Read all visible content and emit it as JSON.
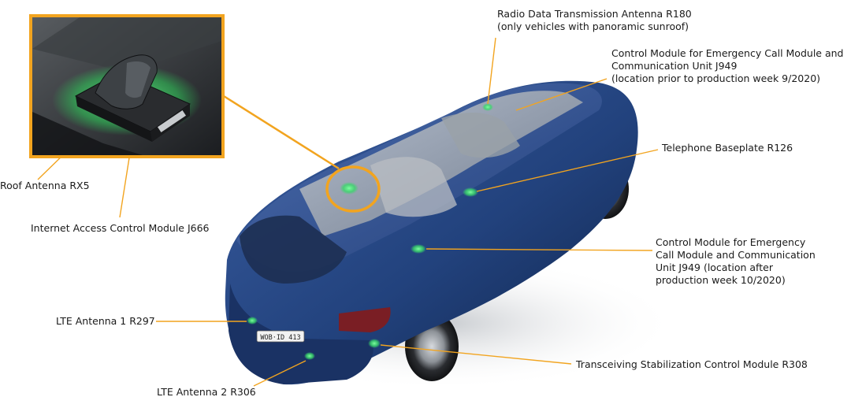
{
  "colors": {
    "accent": "#f2a41f",
    "glow": "#39d86a",
    "car_body": "#22427d"
  },
  "labels": {
    "radio_antenna": [
      "Radio Data Transmission Antenna R180",
      "(only vehicles with panoramic sunroof)"
    ],
    "ecall_before": [
      "Control Module for Emergency Call Module and",
      "Communication Unit J949",
      "(location prior to production week 9/2020)"
    ],
    "telephone_baseplate": [
      "Telephone Baseplate R126"
    ],
    "ecall_after": [
      "Control Module for Emergency",
      "Call Module and Communication",
      "Unit J949 (location after",
      "production week 10/2020)"
    ],
    "stabilization": [
      "Transceiving Stabilization Control Module R308"
    ],
    "roof_antenna": [
      "Roof Antenna RX5"
    ],
    "internet_access": [
      "Internet Access Control Module J666"
    ],
    "lte1": [
      "LTE Antenna 1 R297"
    ],
    "lte2": [
      "LTE Antenna 2 R306"
    ]
  },
  "vehicle": {
    "license_plate": "WOB·ID 413"
  }
}
